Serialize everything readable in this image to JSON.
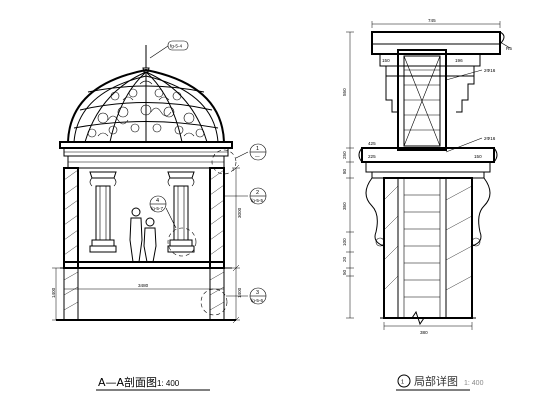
{
  "left_view": {
    "title": "A—A剖面图",
    "scale": "1: 400",
    "ref_top": "fg-5-4",
    "callout_1": {
      "num": "1",
      "ref": "—"
    },
    "callout_2": {
      "num": "2",
      "ref": "fg-5-5"
    },
    "callout_3": {
      "num": "3",
      "ref": "fg-5-6"
    },
    "callout_4": {
      "num": "4",
      "ref": "fg-5-7"
    },
    "dim_height": "3000",
    "dim_base": "1400",
    "dim_width": "3480"
  },
  "right_view": {
    "title": "局部详图",
    "scale": "1: 400",
    "callout_num": "1",
    "dims": {
      "top_width": "745",
      "cap_left": "150",
      "cap_right": "196",
      "radius_top": "R5",
      "rebar_top": "2Φ16",
      "rebar_mid": "2Φ16",
      "mid_left": "425",
      "mid_inner": "225",
      "mid_right": "150",
      "bottom_width": "380",
      "v_550": "550",
      "v_250": "250",
      "v_80": "80",
      "v_350": "350",
      "v_100": "100",
      "v_20": "20",
      "v_50": "50"
    }
  }
}
